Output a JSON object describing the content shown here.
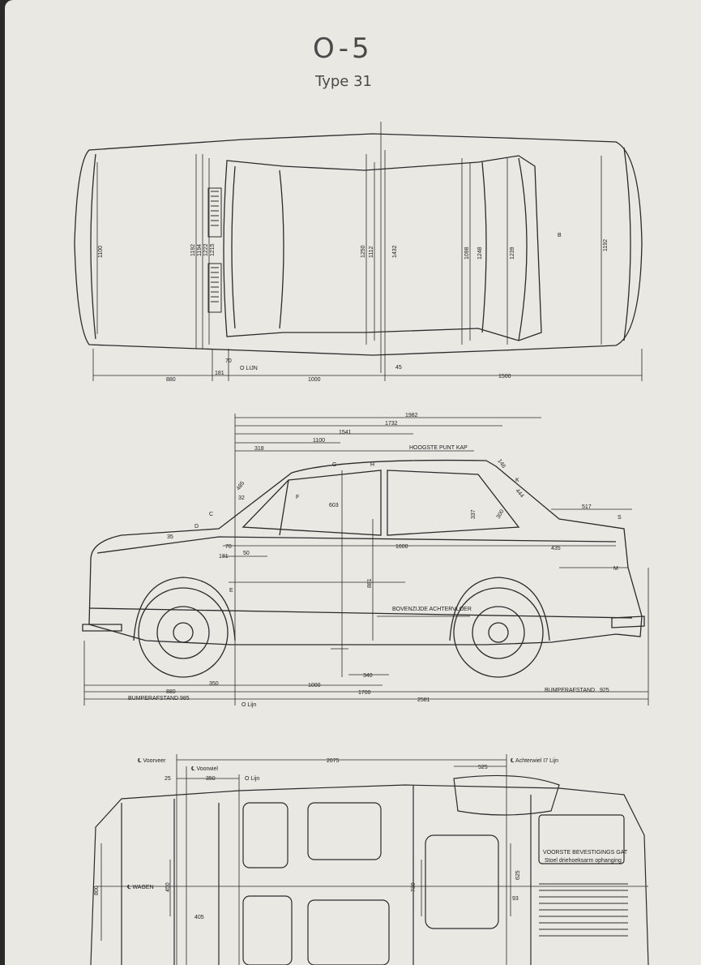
{
  "header": {
    "title": "O-5",
    "subtitle": "Type 31"
  },
  "top_view": {
    "dims": {
      "d1100": "1100",
      "d1192": "1192",
      "d1194": "1194",
      "d1222": "1222",
      "d1215": "1215",
      "d1250": "1250",
      "d1112": "1112",
      "d1432": "1432",
      "d1098": "1098",
      "d1248": "1248",
      "d1239": "1239",
      "d1192b": "1192",
      "d70": "70",
      "d181": "181",
      "d45": "45",
      "d880": "880",
      "d1000": "1000",
      "d1500": "1500"
    },
    "labels": {
      "o_lijn": "O LIJN",
      "b": "B"
    }
  },
  "side_view": {
    "dims": {
      "d1982": "1982",
      "d1732": "1732",
      "d1541": "1541",
      "d1100": "1100",
      "d318": "318",
      "d485": "485",
      "d32": "32",
      "d603": "603",
      "d35": "35",
      "d70": "70",
      "d181": "181",
      "d50": "50",
      "d1600": "1600",
      "d881": "881",
      "d337": "337",
      "d300": "300",
      "d444": "444",
      "d517": "517",
      "d435": "435",
      "d350": "350",
      "d880": "880",
      "d985": "985",
      "d1000": "1000",
      "d1700": "1700",
      "d2581": "2581",
      "d340": "340",
      "d925": "925",
      "d146": "146"
    },
    "labels": {
      "hoogste": "HOOGSTE PUNT KAP",
      "bovenzijde": "BOVENZIJDE ACHTERVLOER",
      "bumper_front": "BUMPERAFSTAND",
      "bumper_rear": "BUMPERAFSTAND",
      "o_lijn": "O Lijn",
      "g": "G",
      "h": "H",
      "d": "D",
      "e": "E",
      "f": "F",
      "m": "M",
      "k": "K",
      "c": "C",
      "s": "S"
    }
  },
  "bottom_view": {
    "labels": {
      "voorveer": "℄ Voorveer",
      "voorwiel": "℄ Voorwiel",
      "achterwiel": "℄ Achterwiel I7 Lijn",
      "o_lijn": "O Lijn",
      "wagen": "℄ WAGEN",
      "voorste": "VOORSTE BEVESTIGINGS GAT",
      "stoel": "Stoel driehoeksarm ophanging"
    },
    "dims": {
      "d2075": "2075",
      "d525": "525",
      "d25": "25",
      "d350": "350",
      "d800": "800",
      "d450": "450",
      "d405": "405",
      "d730": "730",
      "d625": "625",
      "d93": "93"
    }
  }
}
